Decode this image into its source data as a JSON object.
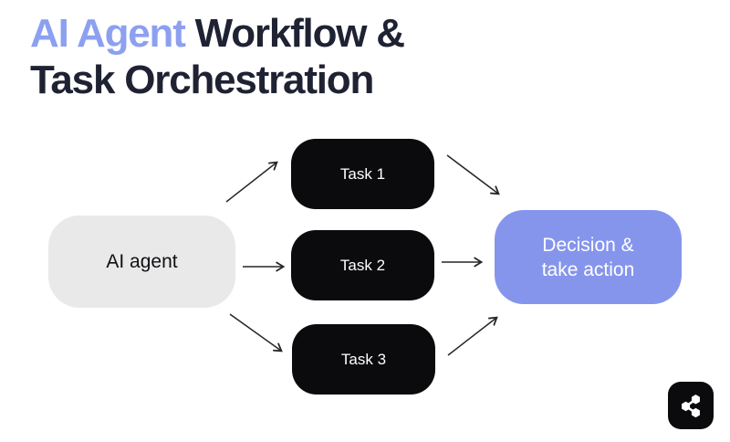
{
  "title": {
    "highlight": "AI Agent",
    "rest_line1": " Workflow &",
    "line2": "Task Orchestration"
  },
  "colors": {
    "accent_title": "#8da0f0",
    "accent_box": "#8695ec",
    "title_dark": "#1f2233",
    "task_box": "#0b0b0d",
    "agent_box": "#e9e9e9",
    "arrow": "#26262b",
    "background": "#ffffff"
  },
  "diagram": {
    "nodes": [
      {
        "id": "ai-agent",
        "label": "AI agent",
        "type": "input"
      },
      {
        "id": "task-1",
        "label": "Task 1",
        "type": "task"
      },
      {
        "id": "task-2",
        "label": "Task 2",
        "type": "task"
      },
      {
        "id": "task-3",
        "label": "Task 3",
        "type": "task"
      },
      {
        "id": "decision",
        "label_line1": "Decision &",
        "label_line2": "take action",
        "type": "output"
      }
    ],
    "edges": [
      {
        "from": "ai-agent",
        "to": "task-1"
      },
      {
        "from": "ai-agent",
        "to": "task-2"
      },
      {
        "from": "ai-agent",
        "to": "task-3"
      },
      {
        "from": "task-1",
        "to": "decision"
      },
      {
        "from": "task-2",
        "to": "decision"
      },
      {
        "from": "task-3",
        "to": "decision"
      }
    ]
  },
  "footer": {
    "icon": "share-icon"
  }
}
